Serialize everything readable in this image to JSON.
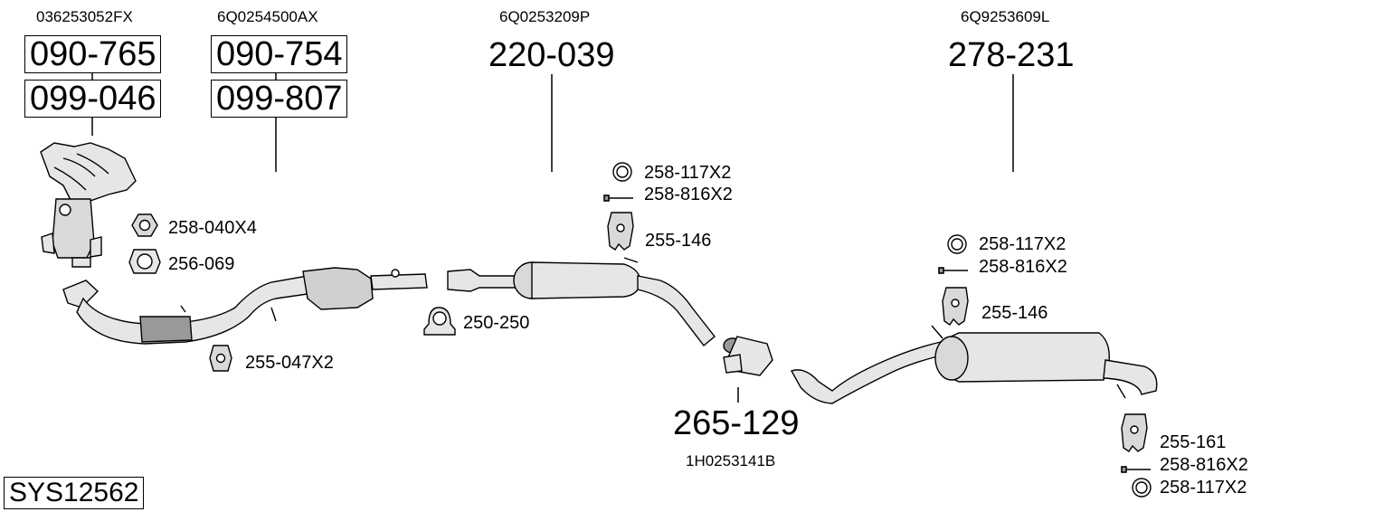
{
  "system_id": "SYS12562",
  "manifold": {
    "oem": "036253052FX",
    "parts": [
      "090-765",
      "099-046"
    ]
  },
  "front_pipe": {
    "oem": "6Q0254500AX",
    "parts": [
      "090-754",
      "099-807"
    ]
  },
  "middle_silencer": {
    "oem": "6Q0253209P",
    "part": "220-039"
  },
  "rear_silencer": {
    "oem": "6Q9253609L",
    "part": "278-231"
  },
  "connector": {
    "oem": "1H0253141B",
    "part": "265-129"
  },
  "accessories": {
    "nut": "258-040X4",
    "gasket": "256-069",
    "hanger_front": "255-047X2",
    "clamp": "250-250",
    "ring_mid": "258-117X2",
    "bolt_mid": "258-816X2",
    "hanger_mid": "255-146",
    "ring_rear_top": "258-117X2",
    "bolt_rear_top": "258-816X2",
    "hanger_rear_top": "255-146",
    "hanger_rear_end": "255-161",
    "bolt_rear_end": "258-816X2",
    "ring_rear_end": "258-117X2"
  }
}
